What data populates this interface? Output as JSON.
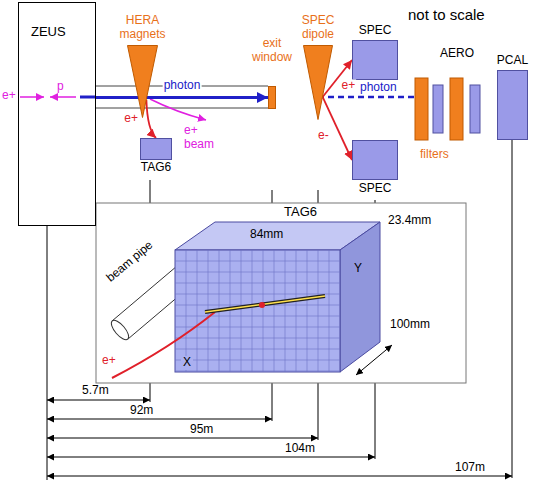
{
  "diagram": {
    "nodes": [
      {
        "text": [
          "ZEUS"
        ]
      },
      {
        "text": [
          "HERA magnets"
        ]
      },
      {
        "text": [
          "TAG6"
        ]
      },
      {
        "text": [
          "exit window"
        ]
      },
      {
        "text": [
          "SPEC dipole"
        ]
      },
      {
        "text": [
          "SPEC"
        ]
      },
      {
        "text": [
          "SPEC"
        ]
      },
      {
        "text": [
          "PCAL"
        ]
      }
    ],
    "edges": [
      {
        "from": 0,
        "to": 3,
        "arrow": "to",
        "label": "photon"
      },
      {
        "from": 1,
        "to": 2,
        "arrow": "to",
        "label": "e+"
      },
      {
        "from": 4,
        "to": 5,
        "arrow": "to",
        "label": "e+"
      },
      {
        "from": 4,
        "to": 6,
        "arrow": "to",
        "label": "e-"
      }
    ],
    "labels": [
      "not to scale",
      "e+",
      "p",
      "e+ beam",
      "photon",
      "AERO",
      "filters",
      "TAG6",
      "beam pipe",
      "84mm",
      "23.4mm",
      "100mm",
      "Y",
      "X",
      "e+",
      "5.7m",
      "92m",
      "95m",
      "104m",
      "107m"
    ]
  }
}
